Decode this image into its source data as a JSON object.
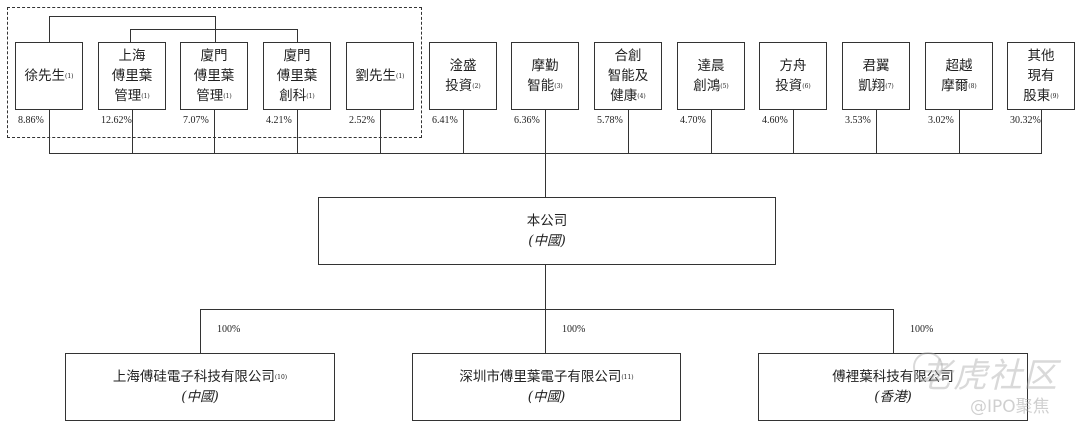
{
  "title": "Shareholding structure chart",
  "shareholders": [
    {
      "lines": [
        "徐先生"
      ],
      "note": "(1)",
      "pct": "8.86%"
    },
    {
      "lines": [
        "上海",
        "傅里葉",
        "管理"
      ],
      "note": "(1)",
      "pct": "12.62%"
    },
    {
      "lines": [
        "廈門",
        "傅里葉",
        "管理"
      ],
      "note": "(1)",
      "pct": "7.07%"
    },
    {
      "lines": [
        "廈門",
        "傅里葉",
        "創科"
      ],
      "note": "(1)",
      "pct": "4.21%"
    },
    {
      "lines": [
        "劉先生"
      ],
      "note": "(1)",
      "pct": "2.52%"
    },
    {
      "lines": [
        "淦盛",
        "投資"
      ],
      "note": "(2)",
      "pct": "6.41%"
    },
    {
      "lines": [
        "摩勤",
        "智能"
      ],
      "note": "(3)",
      "pct": "6.36%"
    },
    {
      "lines": [
        "合創",
        "智能及",
        "健康"
      ],
      "note": "(4)",
      "pct": "5.78%"
    },
    {
      "lines": [
        "達晨",
        "創鴻"
      ],
      "note": "(5)",
      "pct": "4.70%"
    },
    {
      "lines": [
        "方舟",
        "投資"
      ],
      "note": "(6)",
      "pct": "4.60%"
    },
    {
      "lines": [
        "君翼",
        "凱翔"
      ],
      "note": "(7)",
      "pct": "3.53%"
    },
    {
      "lines": [
        "超越",
        "摩爾"
      ],
      "note": "(8)",
      "pct": "3.02%"
    },
    {
      "lines": [
        "其他",
        "現有",
        "股東"
      ],
      "note": "(9)",
      "pct": "30.32%"
    }
  ],
  "company": {
    "name": "本公司",
    "jurisdiction": "(中國)"
  },
  "subsidiaries": [
    {
      "name": "上海傅硅電子科技有限公司",
      "note": "(10)",
      "jurisdiction": "(中國)",
      "pct": "100%"
    },
    {
      "name": "深圳市傅里葉電子有限公司",
      "note": "(11)",
      "jurisdiction": "(中國)",
      "pct": "100%"
    },
    {
      "name": "傅裡葉科技有限公司",
      "note": "",
      "jurisdiction": "(香港)",
      "pct": "100%"
    }
  ],
  "watermark": {
    "brand": "老虎社区",
    "handle": "@IPO聚焦"
  }
}
